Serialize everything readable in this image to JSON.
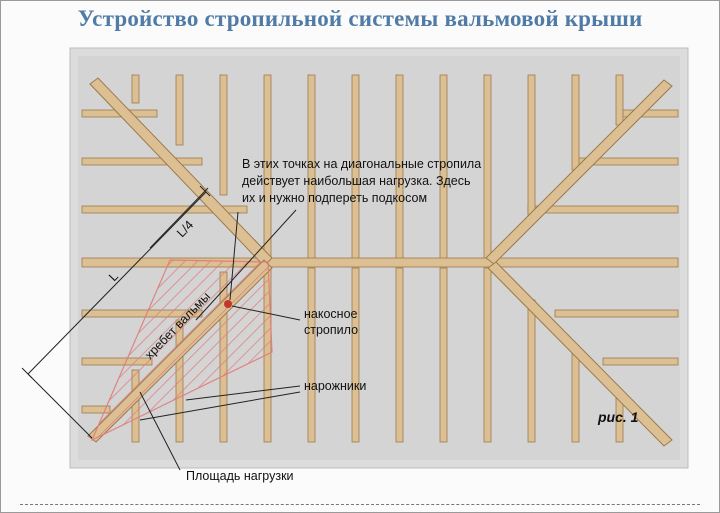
{
  "title": "Устройство стропильной системы вальмовой крыши",
  "labels": {
    "note_line1": "В этих точках на диагональные стропила",
    "note_line2": "действует наибольшая нагрузка. Здесь",
    "note_line3": "их и нужно подпереть подкосом",
    "l_quarter": "L/4",
    "l_full": "L",
    "hip_ridge": "хребет вальмы",
    "hip_rafter_line1": "накосное",
    "hip_rafter_line2": "стропило",
    "jack_rafters": "нарожники",
    "load_area": "Площадь нагрузки",
    "figure": "рис. 1"
  },
  "colors": {
    "title": "#4f7ba6",
    "wood": "#d9b98a",
    "wood_edge": "#9c7a4c",
    "wall": "#d6d6d6",
    "hatch": "#e07b7b",
    "point": "#c0392b"
  }
}
